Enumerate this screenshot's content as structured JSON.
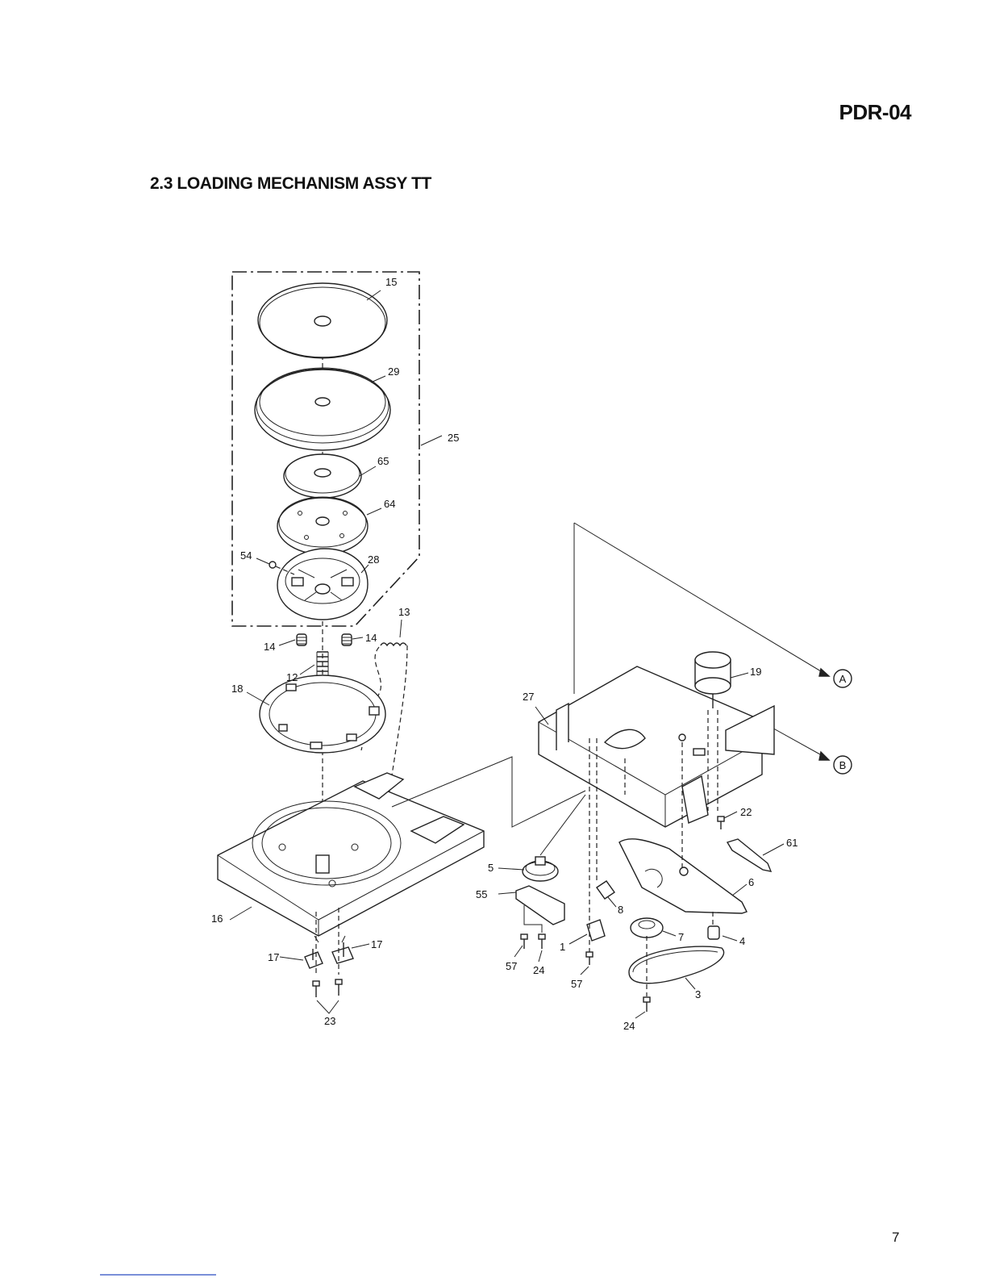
{
  "header": {
    "model": "PDR-04"
  },
  "section": {
    "title": "2.3 LOADING MECHANISM ASSY TT"
  },
  "footer": {
    "page_number": "7"
  },
  "diagram": {
    "callouts": {
      "p15": "15",
      "p29": "29",
      "p25": "25",
      "p65": "65",
      "p64": "64",
      "p54": "54",
      "p28": "28",
      "p13": "13",
      "p14a": "14",
      "p14b": "14",
      "p12": "12",
      "p18": "18",
      "p16": "16",
      "p17a": "17",
      "p17b": "17",
      "p23": "23",
      "p27": "27",
      "p19": "19",
      "p22": "22",
      "p61": "61",
      "p5": "5",
      "p55": "55",
      "p8": "8",
      "p6": "6",
      "p7": "7",
      "p4": "4",
      "p1": "1",
      "p57a": "57",
      "p24a": "24",
      "p57b": "57",
      "p3": "3",
      "p24b": "24"
    },
    "connectors": {
      "a": "A",
      "b": "B"
    }
  }
}
